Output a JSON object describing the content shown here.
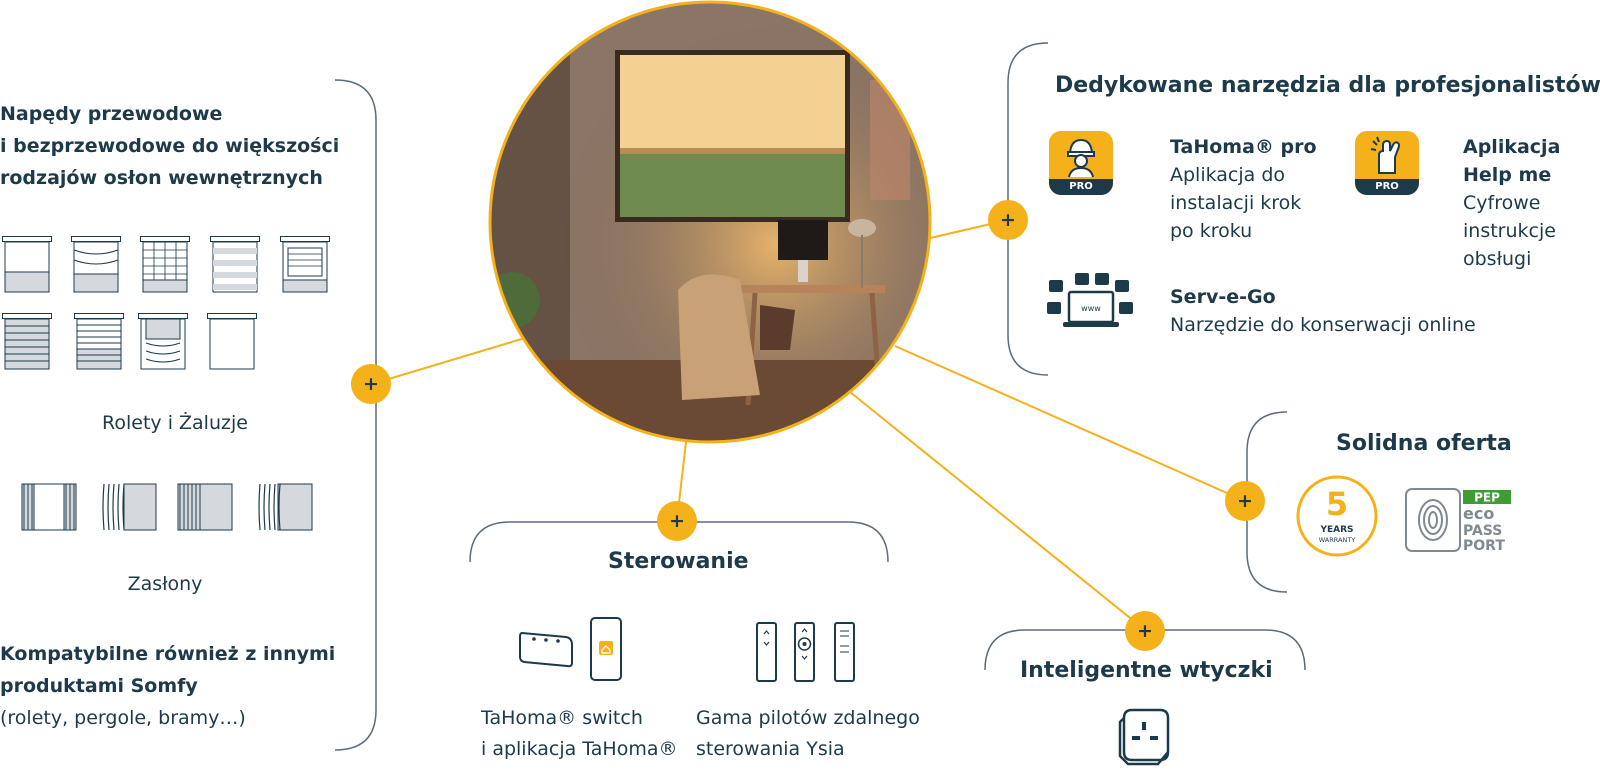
{
  "left_panel": {
    "heading_lines": [
      "Napędy przewodowe",
      "i bezprzewodowe do większości",
      "rodzajów osłon wewnętrznych"
    ],
    "blinds_caption": "Rolety i Żaluzje",
    "curtains_caption": "Zasłony",
    "compatible_lines": [
      "Kompatybilne również z innymi",
      "produktami Somfy"
    ],
    "compatible_note": "(rolety, pergole, bramy…)"
  },
  "pro_tools": {
    "heading": "Dedykowane narzędzia dla profesjonalistów",
    "tahoma_pro": {
      "badge": "PRO",
      "title": "TaHoma® pro",
      "desc_lines": [
        "Aplikacja do",
        "instalacji krok",
        "po kroku"
      ]
    },
    "help_me": {
      "badge": "PRO",
      "title_lines": [
        "Aplikacja",
        "Help me"
      ],
      "desc_lines": [
        "Cyfrowe",
        "instrukcje",
        "obsługi"
      ]
    },
    "serv_e_go": {
      "screen_text": "www",
      "title": "Serv-e-Go",
      "desc": "Narzędzie do konserwacji online"
    }
  },
  "solid_offer": {
    "heading": "Solidna oferta",
    "warranty": {
      "number": "5",
      "line1": "YEARS",
      "line2": "WARRANTY"
    },
    "pep": {
      "top": "PEP",
      "l1": "eco",
      "l2": "PASS",
      "l3": "PORT"
    }
  },
  "control": {
    "heading": "Sterowanie",
    "switch_lines": [
      "TaHoma® switch",
      "i aplikacja TaHoma®"
    ],
    "remotes_lines": [
      "Gama pilotów zdalnego",
      "sterowania Ysia"
    ]
  },
  "smart_plugs": {
    "heading": "Inteligentne wtyczki"
  },
  "plus_symbol": "+",
  "colors": {
    "accent": "#f5b11a",
    "navy": "#1d3a4a",
    "line_grey": "#5d6c78",
    "fill_grey": "#d5d9de"
  }
}
